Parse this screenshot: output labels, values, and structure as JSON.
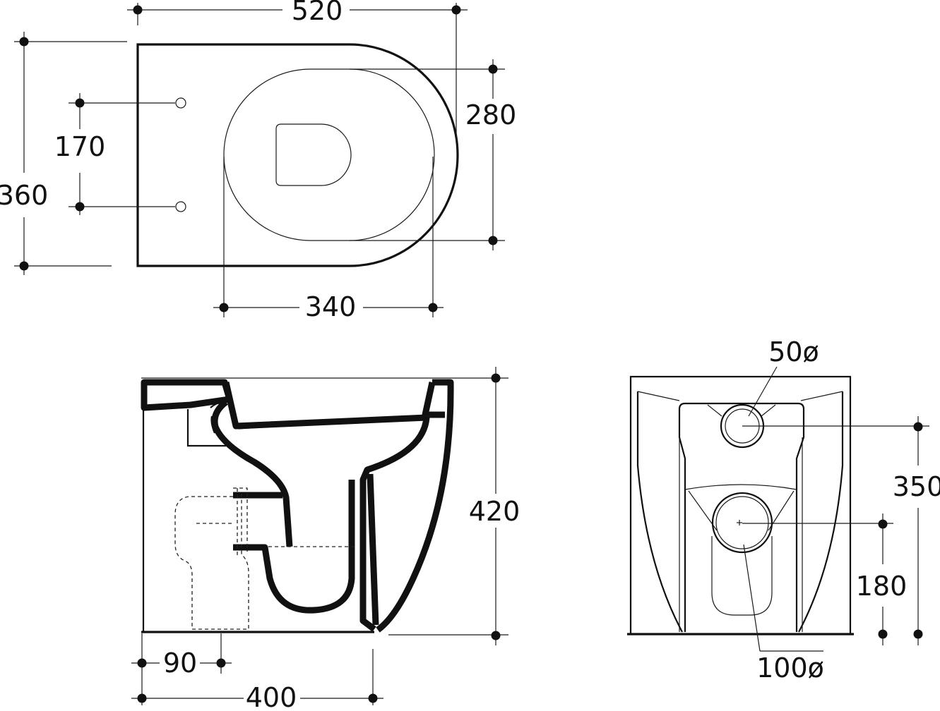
{
  "dimensions": {
    "top_view": {
      "overall_length": "520",
      "overall_width": "360",
      "fixing_holes_spacing": "170",
      "bowl_width": "280",
      "bowl_length": "340"
    },
    "side_view": {
      "height": "420",
      "outlet_offset": "90",
      "base_length": "400"
    },
    "rear_view": {
      "inlet_diameter": "50ø",
      "inlet_height": "350",
      "outlet_diameter": "100ø",
      "outlet_height": "180"
    }
  },
  "colors": {
    "line": "#111111",
    "background": "#ffffff"
  }
}
